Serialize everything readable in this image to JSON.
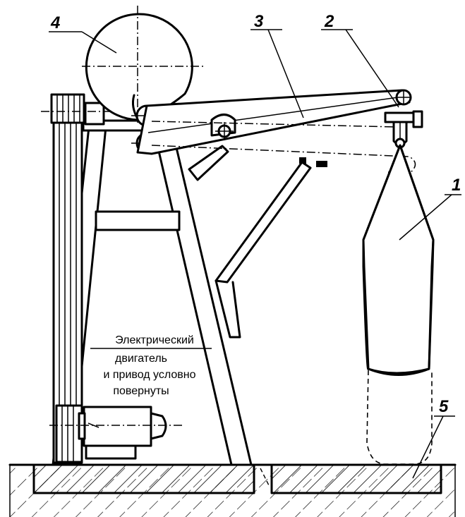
{
  "labels": {
    "bag": "1",
    "hook": "2",
    "lever": "3",
    "cam": "4",
    "plate": "5"
  },
  "note": {
    "line1": "Электрический",
    "line2": "двигатель",
    "line3": "и привод условно",
    "line4": "повернуты"
  }
}
